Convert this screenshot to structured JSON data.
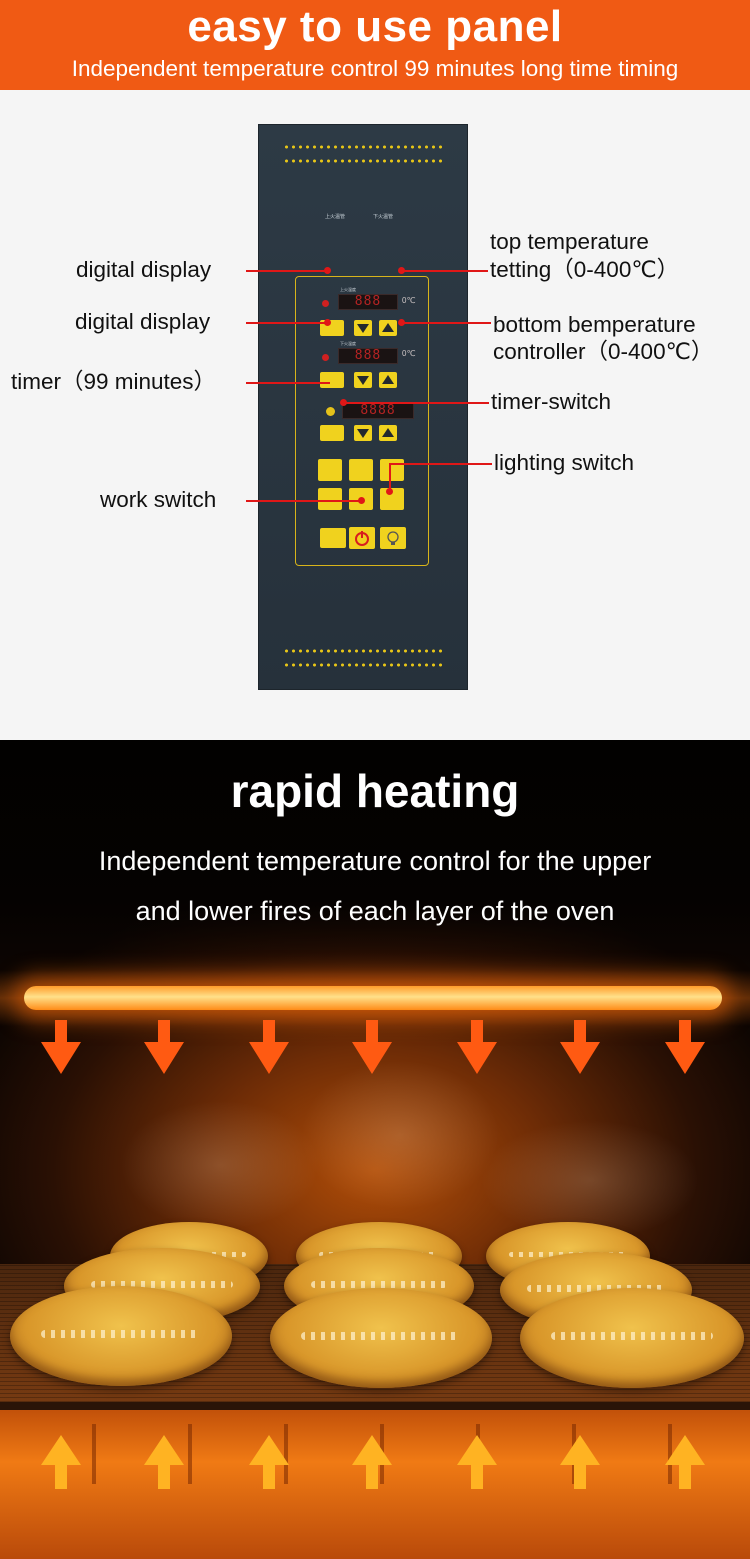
{
  "banner": {
    "title": "easy to use panel",
    "subtitle": "Independent temperature control 99 minutes long time timing"
  },
  "panel": {
    "top_label_left": "上火温管",
    "top_label_right": "下火温管",
    "upper_temp_label": "上火温度",
    "lower_temp_label": "下火温度",
    "display_top": "888",
    "display_bottom": "888",
    "display_timer": "8888",
    "degree_symbol": "0℃",
    "callouts": {
      "digital_display_1": "digital display",
      "digital_display_2": "digital display",
      "timer": "timer（99 minutes）",
      "work_switch": "work switch",
      "top_temp_line1": "top temperature",
      "top_temp_line2": "tetting（0-400℃）",
      "bottom_temp_line1": "bottom bemperature",
      "bottom_temp_line2": "controller（0-400℃）",
      "timer_switch": "timer-switch",
      "lighting_switch": "lighting switch"
    },
    "colors": {
      "accent": "#e01717",
      "key": "#f0d21e",
      "panel": "#2a3540"
    }
  },
  "heating": {
    "title": "rapid heating",
    "line1": "Independent temperature control for the upper",
    "line2": "and lower fires of each layer of the oven"
  }
}
